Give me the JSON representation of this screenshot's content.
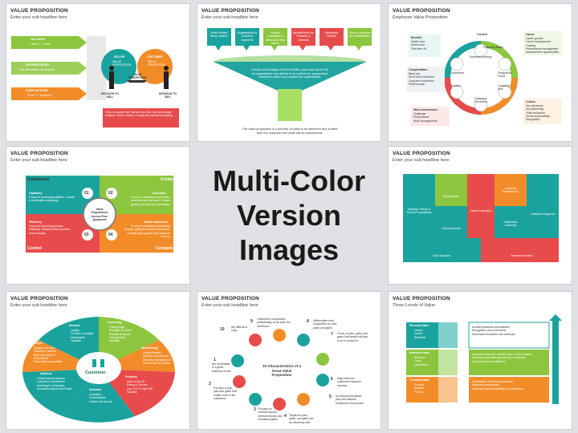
{
  "title": "Multi-Color Version Images",
  "title_line1": "Multi-Color",
  "title_line2": "Version Images",
  "common": {
    "title": "VALUE PROPOSITION",
    "sub": "Enter your sub headline here"
  },
  "s3sub": "Employee Value Proposition",
  "s9sub": "Three Levels of Value",
  "s1": {
    "bars": [
      {
        "head": "VALUABLE",
        "body": "\"I want\" & \"I need\""
      },
      {
        "head": "DIFFERENTIATED",
        "body": "\"Are alternatives not so good\""
      },
      {
        "head": "SUBSTANTIATED",
        "body": "\"Proof\" & \"Evidence\""
      }
    ],
    "seller": "SELLER",
    "seller_sub": "VALUE PROPOSITION",
    "customer": "CUSTOMER",
    "customer_sub": "VALUE PERCEPTION",
    "gap": "VALUE PERCEPTION GAP",
    "decide_sell": "DECISION TO SELL",
    "decide_buy": "DECISION TO BUY",
    "note": "This is a sample text that you can edit. You can change font(size, colour, name), or apply any desired formatting."
  },
  "s2": {
    "boxes": [
      "Which Market being created?",
      "Segmentation or Customer segments",
      "Product proposition to attract and keep clients",
      "Benefits from the Products or Services",
      "Alternative Options",
      "Proof or evidence for Substantiation"
    ],
    "funnel": "Review and Analysis of the benefits, costs and value that an organization can deliver to its customers, prospective customers within and outside the organization.",
    "bottom": "The value proposition is a promise of value to be delivered and a belief from the customer that value will be experienced."
  },
  "s3": {
    "content": "Content",
    "career": "Career",
    "career_list": [
      "Career growth",
      "Career development",
      "Training",
      "Performance management",
      "Advancement opportunities"
    ],
    "benefits": "Benefits",
    "benefits_list": [
      "Health care",
      "Retirement",
      "Paid time off"
    ],
    "compensation": "Compensation",
    "comp_list": [
      "Base pay",
      "Short-term incentives",
      "Long-term incentives",
      "Premium pay"
    ],
    "culture": "Culture",
    "culture_list": [
      "Key behaviors",
      "Key leadership",
      "Team behaviors",
      "Social responsibility",
      "Recognition"
    ],
    "work": "Work environment",
    "work_list": [
      "Challenge",
      "Performance",
      "Work arrangements"
    ],
    "seg": [
      "Business Strategy",
      "Geographic Focus",
      "Company Size",
      "Economic Conditions",
      "Industry",
      "Competitors",
      "Company Brand"
    ]
  },
  "s4": {
    "collaborate": "Collaborate",
    "create": "Create",
    "control": "Control",
    "compete": "Compete",
    "capability": "Capability",
    "capability_body": "Focus on developing abilities. Creates a sustainable advantage.",
    "innovation": "Innovation",
    "innovation_body": "Focus on innovation in products, processes and services. Creates growth and inventory leadership.",
    "efficiency": "Efficiency",
    "efficiency_body": "Focus on improving process efficiency. Creates better products more cheaply.",
    "market": "Market awareness",
    "market_body": "Focus on competitive advantage through agility and market awareness. Creates rapid growth and maximum returns.",
    "nums": [
      "01",
      "02",
      "03",
      "04"
    ],
    "center": "Value Propositions Across Four Quadrants"
  },
  "s5": {
    "boxes": [
      "Strategic Partner & Partner Propositions",
      "Key Activities",
      "Value Proposition",
      "Customer Relationships",
      "Customer Segments",
      "Key Resources",
      "Distribution Channels",
      "Cost Structure",
      "Revenue Streams"
    ]
  },
  "s6": {
    "services": "Services",
    "technology": "Technology",
    "people": "People",
    "methodology": "Methodology",
    "alliances": "Alliances",
    "products": "Products",
    "solutions": "Solutions",
    "customer": "Customer",
    "services_list": [
      "Quality",
      "On-time on budget",
      "Measurable",
      "Valuable"
    ],
    "technology_list": [
      "Cutting edge",
      "Business Focused",
      "Reliable & secure",
      "Interoperable",
      "Scalable"
    ],
    "people_list": [
      "Industry Veterans",
      "Visionary Thinkers",
      "Real Life problem",
      "Empowered",
      "Personally Accountable"
    ],
    "methodology_list": [
      "Quality Results",
      "Industry best practice",
      "Proactive Management",
      "Shorter Delivery Mode"
    ],
    "alliances_list": [
      "Global industry leaders",
      "Long-term commitment",
      "Investing in Customers",
      "Innovation beyond the Radar"
    ],
    "products_list": [
      "State of the Art",
      "Robust & Secure",
      "Low TCO & High ROI",
      "Scalable"
    ],
    "solutions_list": [
      "Innovative",
      "Customizable",
      "Usable and Secure"
    ]
  },
  "s7": {
    "center": "10 Characteristics of a Great Value Proposition",
    "items": [
      {
        "n": "1",
        "t": "Are embedded in a great business model"
      },
      {
        "n": "2",
        "t": "Focuses on job, pain and gains that matter most to the customers"
      },
      {
        "n": "3",
        "t": "Focuses on unresolved jobs, unresolved pain and unrealized gains"
      },
      {
        "n": "4",
        "t": "Target few jobs, pains, and gains but do extremely well"
      },
      {
        "n": "5",
        "t": "Go beyond functional jobs and address emotional & social jobs"
      },
      {
        "n": "6",
        "t": "Align with how customers measure success"
      },
      {
        "n": "7",
        "t": "Focus on jobs, pains and gains that people will pay a lot of money for"
      },
      {
        "n": "8",
        "t": "Differentiate from competition on jobs, pains and gains"
      },
      {
        "n": "9",
        "t": "Outperform competition substantially on at least one dimension"
      },
      {
        "n": "10",
        "t": "are difficult to copy"
      }
    ]
  },
  "s8": {
    "levels": [
      {
        "title": "Personal Value",
        "items": [
          "Income",
          "Career",
          "Workload"
        ],
        "text": [
          "Avoided business uncertainties",
          "Recognition and promotions",
          "Decreased frustration and workload"
        ]
      },
      {
        "title": "Business Value",
        "items": [
          "Revenue",
          "Costs",
          "Operations"
        ],
        "text": [
          "Increased revenue / market share / value creation",
          "Decreased operation growth and investment",
          "Improved process efficiency"
        ]
      },
      {
        "title": "Technical Value",
        "items": [
          "Process",
          "Systems",
          "Product"
        ],
        "text": [
          "Optimisation of internal processes",
          "Improved performance",
          "Increased system reliability & performance"
        ]
      }
    ]
  }
}
